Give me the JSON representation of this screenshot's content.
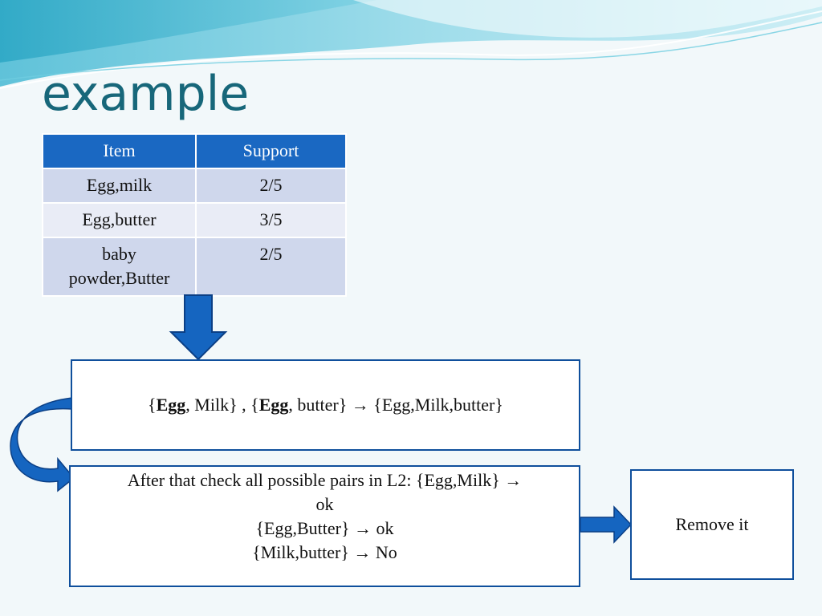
{
  "slide": {
    "title": "example",
    "colors": {
      "title": "#17677a",
      "table_header": "#1a68c2",
      "table_row_odd": "#cfd7ec",
      "table_row_even": "#e9ecf6",
      "box_border": "#0f4f9c",
      "arrow": "#1565c0"
    }
  },
  "table": {
    "headers": [
      "Item",
      "Support"
    ],
    "rows": [
      {
        "item": "Egg,milk",
        "support": "2/5"
      },
      {
        "item": "Egg,butter",
        "support": "3/5"
      },
      {
        "item_line1": "baby",
        "item_line2": "powder,Butter",
        "support": "2/5"
      }
    ]
  },
  "merge_box": {
    "open1": "{",
    "bold1": "Egg",
    "rest1": ", Milk} , {",
    "bold2": "Egg",
    "rest2": ", butter} ",
    "arrow": "→",
    "result": " {Egg,Milk,butter}"
  },
  "check_box": {
    "line1": "After that check all possible pairs in L2: {Egg,Milk} →",
    "line2": "ok",
    "line3": "{Egg,Butter} → ok",
    "line4": "{Milk,butter} → No"
  },
  "remove_box": {
    "label": "Remove it"
  },
  "icons": {
    "down_arrow": "down-arrow-icon",
    "curved_arrow": "curved-arrow-icon",
    "right_arrow": "right-arrow-icon"
  }
}
